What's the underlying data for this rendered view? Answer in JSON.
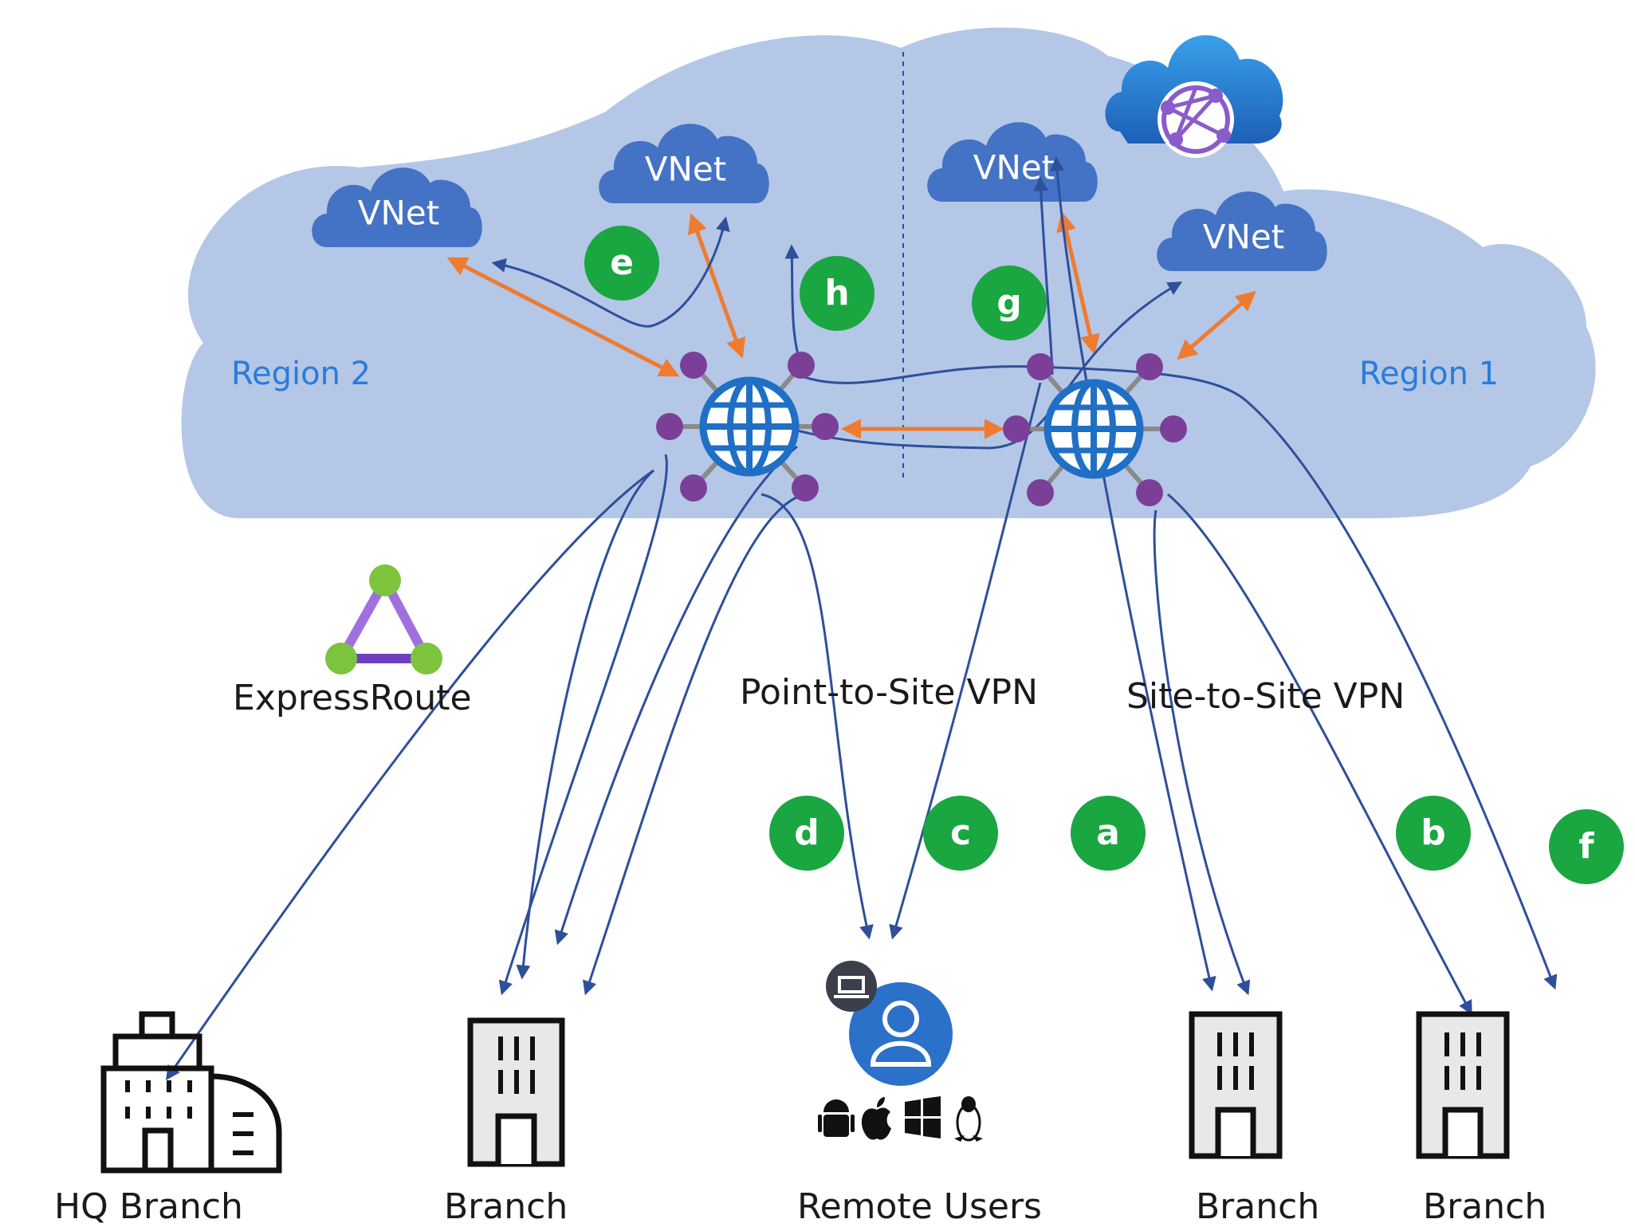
{
  "vnets": [
    "VNet",
    "VNet",
    "VNet",
    "VNet"
  ],
  "regions": {
    "region2": "Region 2",
    "region1": "Region 1"
  },
  "route_markers": [
    "a",
    "b",
    "c",
    "d",
    "e",
    "f",
    "g",
    "h"
  ],
  "labels": {
    "expressroute": "ExpressRoute",
    "p2s": "Point-to-Site VPN",
    "s2s": "Site-to-Site VPN"
  },
  "sites": {
    "hq": "HQ Branch",
    "branch1": "Branch",
    "remote": "Remote Users",
    "branch2": "Branch",
    "branch3": "Branch"
  },
  "remote_platforms": [
    "android-icon",
    "apple-icon",
    "windows-icon",
    "linux-icon"
  ],
  "colors": {
    "cloud": "#b4c7e7",
    "vnet_cloud": "#4472c4",
    "hub": "#1f6fc5",
    "connector": "#7b3f98",
    "marker": "#1aa640",
    "arrow_blue": "#2e4f9a",
    "arrow_orange": "#ee7b30",
    "region_text": "#2b7bd8"
  }
}
